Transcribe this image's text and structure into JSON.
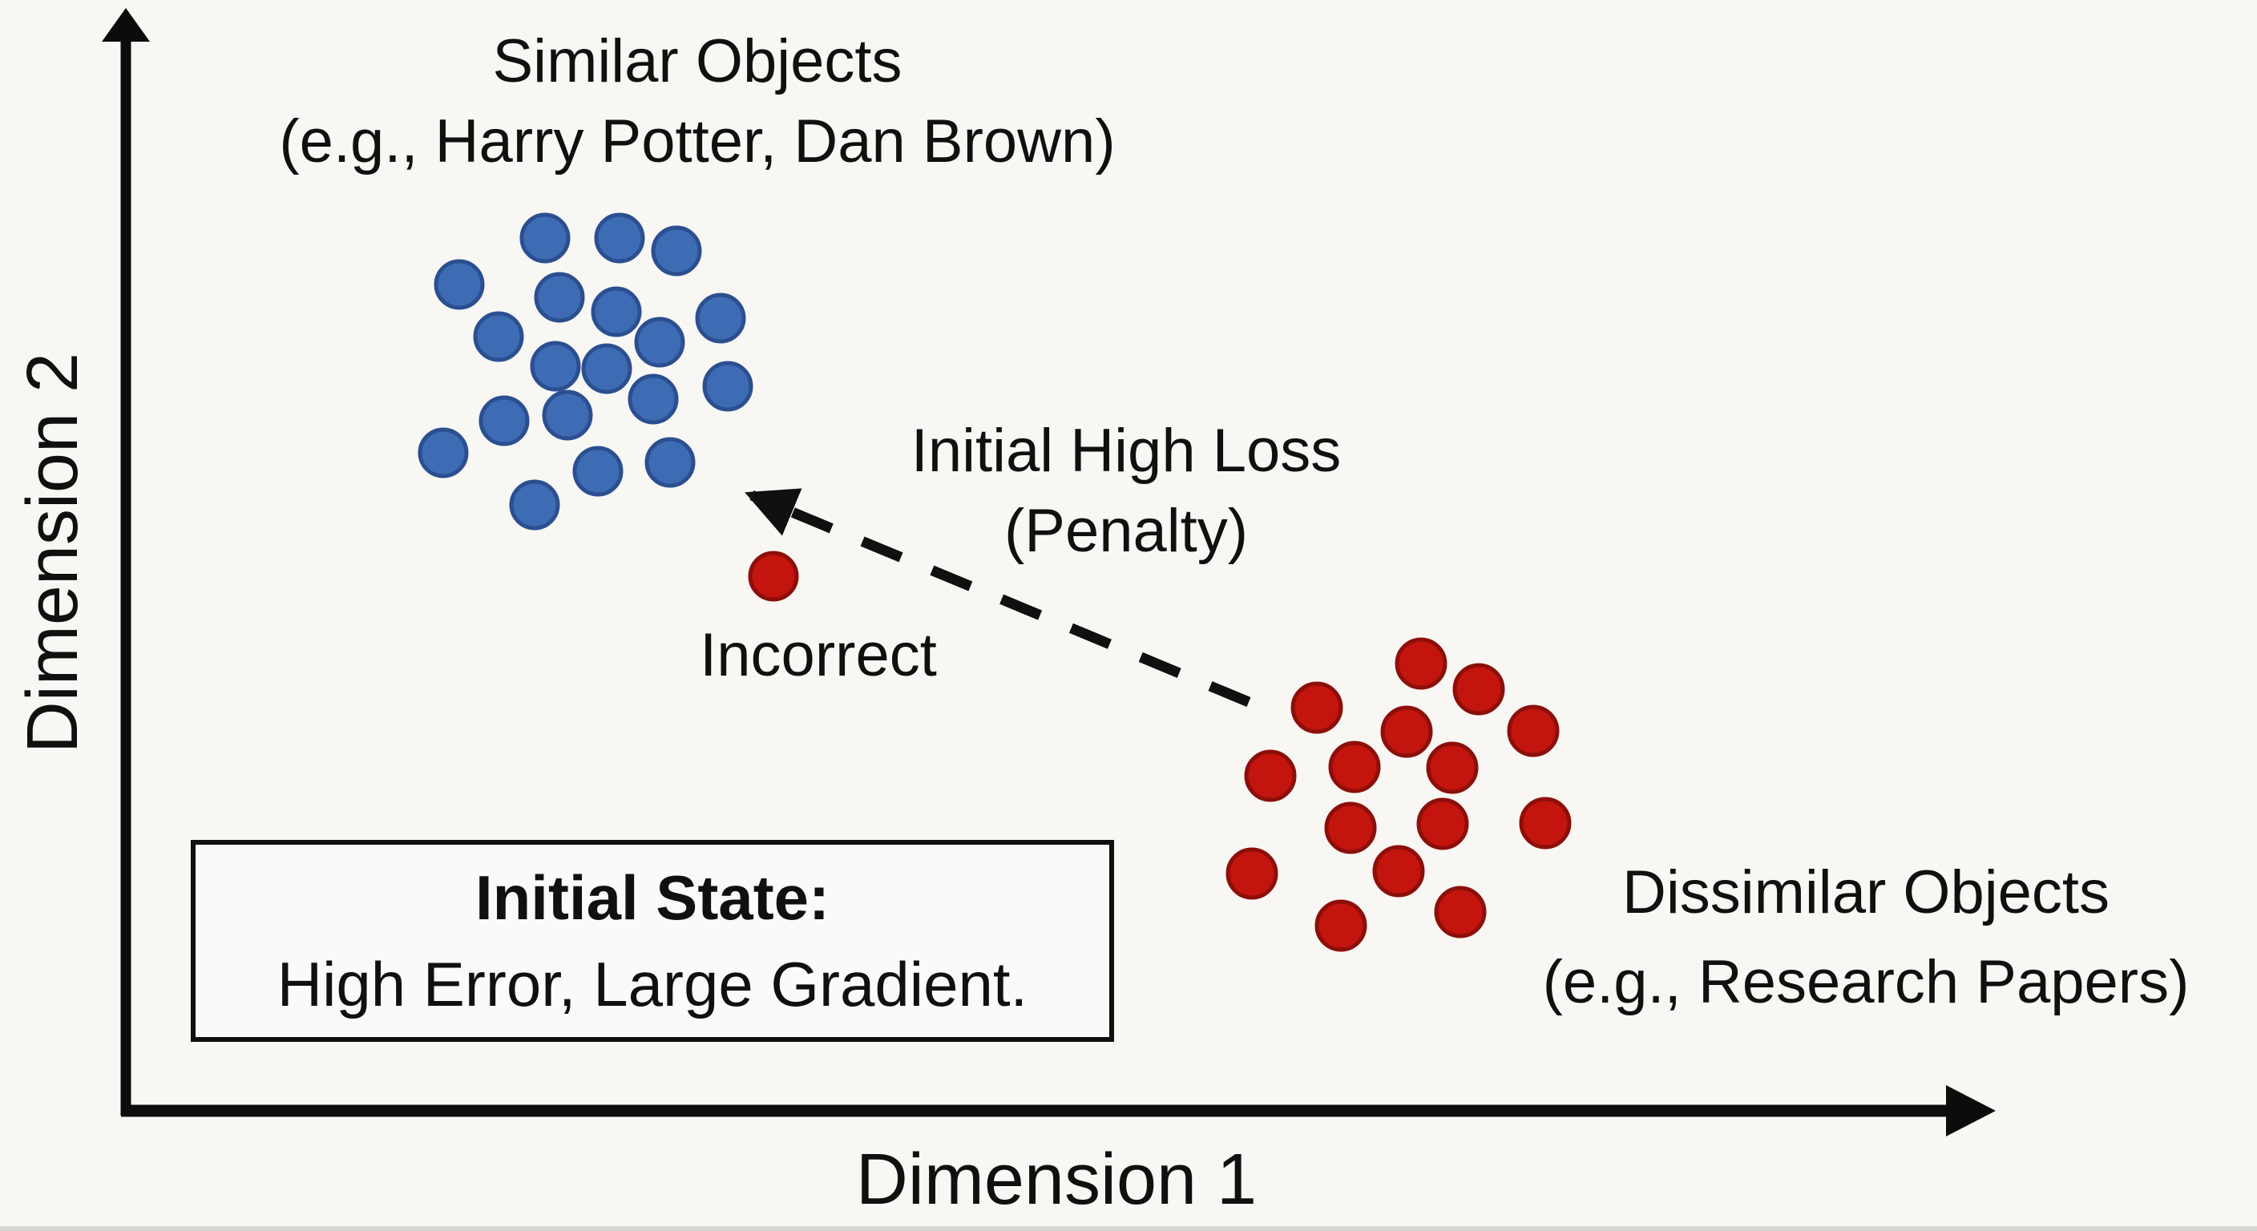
{
  "background": "#f8f7f4",
  "colors": {
    "similar_fill": "#3d6cb4",
    "similar_stroke": "#2b4f90",
    "dissimilar_fill": "#c3140e",
    "dissimilar_stroke": "#8d0f0a",
    "ink": "#101010"
  },
  "labels": {
    "similar": {
      "line1": "Similar Objects",
      "line2": "(e.g., Harry Potter, Dan Brown)"
    },
    "dissimilar": {
      "line1": "Dissimilar Objects",
      "line2": "(e.g., Research Papers)"
    },
    "loss": {
      "line1": "Initial High Loss",
      "line2": "(Penalty)"
    },
    "incorrect": "Incorrect",
    "state_box": {
      "line1": "Initial State:",
      "line2": "High Error, Large Gradient."
    }
  },
  "axes": {
    "x_label": "Dimension 1",
    "y_label": "Dimension 2"
  },
  "chart_data": {
    "type": "scatter",
    "title": "",
    "xlabel": "Dimension 1",
    "ylabel": "Dimension 2",
    "grid": false,
    "clusters": [
      {
        "name": "Similar Objects (e.g., Harry Potter, Dan Brown)",
        "fill": "#3d6cb4",
        "stroke": "#2b4f90",
        "radius": 29,
        "points": [
          [
            680,
            297
          ],
          [
            773,
            297
          ],
          [
            844,
            313
          ],
          [
            573,
            355
          ],
          [
            698,
            371
          ],
          [
            769,
            389
          ],
          [
            899,
            397
          ],
          [
            622,
            420
          ],
          [
            823,
            427
          ],
          [
            693,
            457
          ],
          [
            757,
            460
          ],
          [
            908,
            482
          ],
          [
            815,
            498
          ],
          [
            708,
            518
          ],
          [
            629,
            525
          ],
          [
            553,
            565
          ],
          [
            836,
            577
          ],
          [
            746,
            588
          ],
          [
            667,
            630
          ]
        ]
      },
      {
        "name": "Dissimilar Objects (e.g., Research Papers)",
        "fill": "#c3140e",
        "stroke": "#8d0f0a",
        "radius": 30,
        "points": [
          [
            1773,
            828
          ],
          [
            1845,
            860
          ],
          [
            1643,
            883
          ],
          [
            1913,
            912
          ],
          [
            1755,
            913
          ],
          [
            1690,
            957
          ],
          [
            1812,
            958
          ],
          [
            1585,
            968
          ],
          [
            1928,
            1027
          ],
          [
            1800,
            1028
          ],
          [
            1685,
            1033
          ],
          [
            1745,
            1087
          ],
          [
            1562,
            1090
          ],
          [
            1822,
            1138
          ],
          [
            1673,
            1155
          ]
        ]
      }
    ],
    "outlier": {
      "label": "Incorrect",
      "point": [
        965,
        719
      ],
      "radius": 29,
      "fill": "#c3140e",
      "stroke": "#8d0f0a"
    },
    "loss_arrow": {
      "from": [
        1558,
        876
      ],
      "to": [
        938,
        618
      ],
      "style": "dashed",
      "label": "Initial High Loss (Penalty)"
    }
  }
}
